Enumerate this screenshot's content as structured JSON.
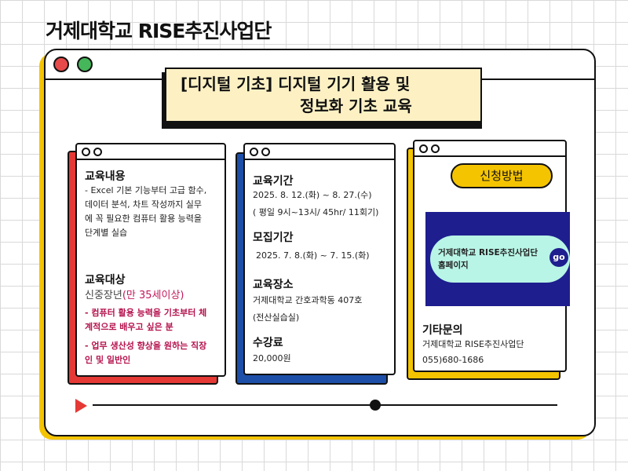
{
  "header": {
    "brand": "거제대학교 RISE추진사업단"
  },
  "title": {
    "line1": "[디지털 기초] 디지털 기기 활용 및",
    "line2": "정보화 기초 교육"
  },
  "card_content": {
    "heading": "교육내용",
    "lines": [
      "- Excel 기본 기능부터 고급 함수,",
      "데이터 분석, 차트 작성까지 실무",
      "에 꼭 필요한 컴퓨터 활용 능력을",
      "단계별 실습"
    ],
    "target_heading": "교육대상",
    "target_main": "신중장년",
    "target_age": "(만 35세이상)",
    "target_lines": [
      "- 컴퓨터 활용 능력을 기초부터 체",
      "계적으로 배우고 싶은 분",
      "- 업무 생산성 향상을 원하는 직장",
      "인 및 일반인"
    ]
  },
  "card_schedule": {
    "period_heading": "교육기간",
    "period_dates": "2025. 8. 12.(화) ~ 8. 27.(수)",
    "period_detail": "( 평일 9시~13시/ 45hr/ 11회기)",
    "recruit_heading": "모집기간",
    "recruit_dates": "2025. 7. 8.(화) ~ 7. 15.(화)",
    "place_heading": "교육장소",
    "place_line1": "거제대학교 간호과학동 407호",
    "place_line2": "(전산실습실)",
    "fee_heading": "수강료",
    "fee_value": "20,000원"
  },
  "card_apply": {
    "button_label": "신청방법",
    "banner_line1": "거제대학교  RISE추진사업단",
    "banner_line2": "홈페이지",
    "banner_go": "go",
    "inquiry_heading": "기타문의",
    "inquiry_org": "거제대학교 RISE추진사업단",
    "inquiry_phone": "055)680-1686"
  },
  "colors": {
    "accent_yellow": "#f5c400",
    "card1_shadow": "#e53935",
    "card2_shadow": "#1e4fa8",
    "card3_shadow": "#f5c400",
    "banner_navy": "#1e1e8f",
    "pill_mint": "#b8f5e6",
    "highlight_pink": "#c2185b"
  }
}
